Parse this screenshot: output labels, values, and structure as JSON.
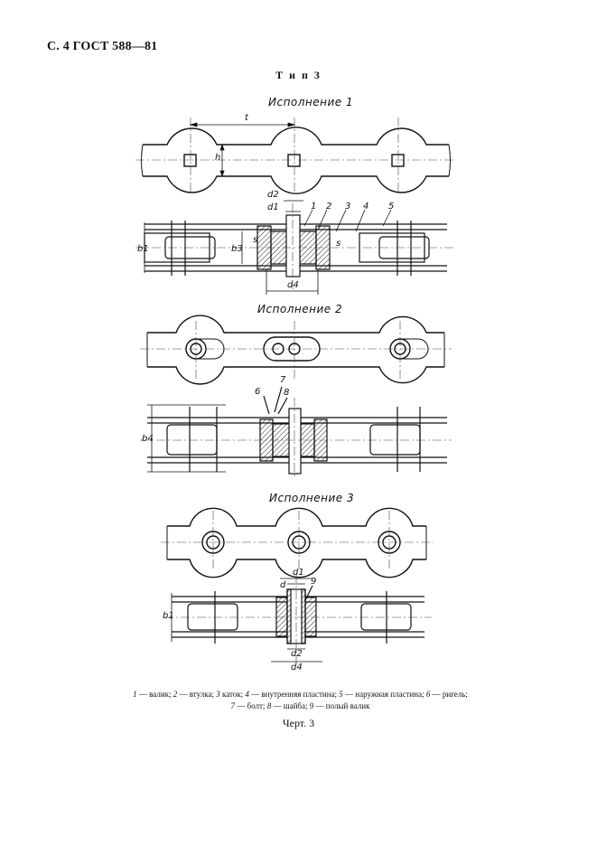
{
  "header": {
    "page_ref": "С. 4 ГОСТ 588—81"
  },
  "type_title": "Т и п 3",
  "variants": {
    "v1": "Исполнение 1",
    "v2": "Исполнение 2",
    "v3": "Исполнение 3"
  },
  "dimensions": {
    "t": "t",
    "h": "h",
    "d2": "d2",
    "d1": "d1",
    "d4": "d4",
    "d": "d",
    "b1": "b1",
    "b3": "b3",
    "b4": "b4",
    "s": "s"
  },
  "callouts": [
    "1",
    "2",
    "3",
    "4",
    "5",
    "6",
    "7",
    "8",
    "9"
  ],
  "legend": [
    {
      "num": "1",
      "text": " — валик; "
    },
    {
      "num": "2",
      "text": " — втулка; "
    },
    {
      "num": "3",
      "text": " каток; "
    },
    {
      "num": "4",
      "text": " — внутренняя пластина; "
    },
    {
      "num": "5",
      "text": " — наружная пластина; "
    },
    {
      "num": "6",
      "text": " — ригель;"
    },
    {
      "num": "7",
      "text": " — болт; "
    },
    {
      "num": "8",
      "text": " — шайба; "
    },
    {
      "num": "9",
      "text": " — полый валик"
    }
  ],
  "caption": "Черт. 3"
}
